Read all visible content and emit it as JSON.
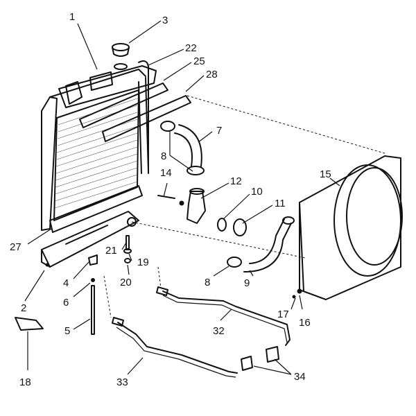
{
  "diagram": {
    "callouts": [
      {
        "id": "c1",
        "text": "1"
      },
      {
        "id": "c2",
        "text": "2"
      },
      {
        "id": "c3",
        "text": "3"
      },
      {
        "id": "c4",
        "text": "4"
      },
      {
        "id": "c5",
        "text": "5"
      },
      {
        "id": "c6",
        "text": "6"
      },
      {
        "id": "c7",
        "text": "7"
      },
      {
        "id": "c8a",
        "text": "8"
      },
      {
        "id": "c8b",
        "text": "8"
      },
      {
        "id": "c9",
        "text": "9"
      },
      {
        "id": "c10",
        "text": "10"
      },
      {
        "id": "c11",
        "text": "11"
      },
      {
        "id": "c12",
        "text": "12"
      },
      {
        "id": "c14",
        "text": "14"
      },
      {
        "id": "c15",
        "text": "15"
      },
      {
        "id": "c16",
        "text": "16"
      },
      {
        "id": "c17",
        "text": "17"
      },
      {
        "id": "c18",
        "text": "18"
      },
      {
        "id": "c19",
        "text": "19"
      },
      {
        "id": "c20",
        "text": "20"
      },
      {
        "id": "c21",
        "text": "21"
      },
      {
        "id": "c22",
        "text": "22"
      },
      {
        "id": "c25",
        "text": "25"
      },
      {
        "id": "c27",
        "text": "27"
      },
      {
        "id": "c28",
        "text": "28"
      },
      {
        "id": "c32",
        "text": "32"
      },
      {
        "id": "c33",
        "text": "33"
      },
      {
        "id": "c34",
        "text": "34"
      }
    ]
  }
}
